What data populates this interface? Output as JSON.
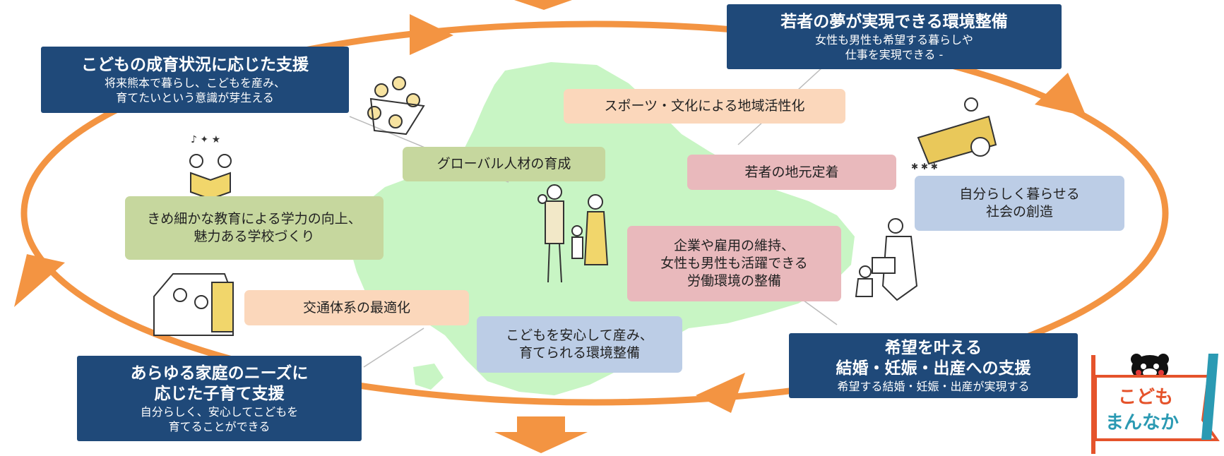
{
  "colors": {
    "navy": "#1f4979",
    "orange": "#f39442",
    "map_green": "#c8f5c4",
    "peach": "#fbd7bb",
    "olive": "#c6d79e",
    "pink": "#e9b9bc",
    "blue": "#bccde6"
  },
  "headers": {
    "growth": {
      "title": "こどもの成育状況に応じた支援",
      "sub": "将来熊本で暮らし、こどもを産み、\n育てたいという意識が芽生える"
    },
    "youth_dreams": {
      "title": "若者の夢が実現できる環境整備",
      "sub": "女性も男性も希望する暮らしや\n仕事を実現できる -"
    },
    "families": {
      "title": "あらゆる家庭のニーズに\n応じた子育て支援",
      "sub": "自分らしく、安心してこどもを\n育てることができる"
    },
    "marriage": {
      "title": "希望を叶える\n結婚・妊娠・出産への支援",
      "sub": "希望する結婚・妊娠・出産が実現する"
    }
  },
  "labels": {
    "sports": "スポーツ・文化による地域活性化",
    "global": "グローバル人材の育成",
    "local_youth": "若者の地元定着",
    "society": "自分らしく暮らせる\n社会の創造",
    "education": "きめ細かな教育による学力の向上、\n魅力ある学校づくり",
    "employment": "企業や雇用の維持、\n女性も男性も活躍できる\n労働環境の整備",
    "transport": "交通体系の最適化",
    "childbirth": "こどもを安心して産み、\n育てられる環境整備"
  },
  "logo": {
    "text_line1": "こども",
    "text_line2": "まんなか"
  },
  "icons": [
    "family-illustration-icon",
    "children-group-icon",
    "reading-children-icon",
    "farmer-icon",
    "parent-laptop-icon",
    "car-family-icon",
    "bear-mascot-icon"
  ]
}
